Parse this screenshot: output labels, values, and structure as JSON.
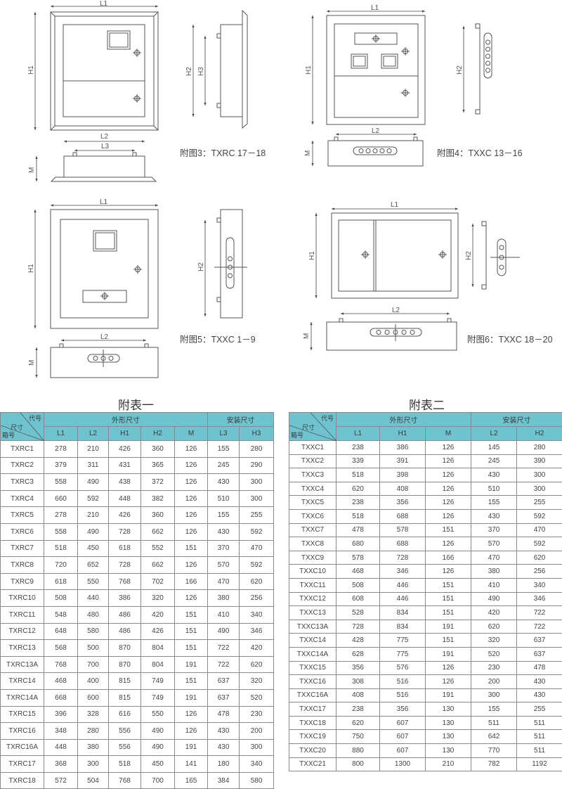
{
  "figures": {
    "fig3": {
      "caption": "附图3：TXRC 17－18",
      "dims": [
        "L1",
        "H1",
        "L2",
        "L3",
        "M",
        "H2",
        "H3"
      ]
    },
    "fig4": {
      "caption": "附图4：TXXC 13－16",
      "dims": [
        "L1",
        "H1",
        "H2",
        "L2",
        "M"
      ]
    },
    "fig5": {
      "caption": "附图5：TXXC 1－9",
      "dims": [
        "L1",
        "H1",
        "H2",
        "L2",
        "M"
      ]
    },
    "fig6": {
      "caption": "附图6：TXXC 18－20",
      "dims": [
        "L1",
        "H1",
        "H2",
        "L2",
        "M"
      ]
    }
  },
  "table1": {
    "title": "附表一",
    "corner": {
      "top": "代号",
      "mid": "尺寸",
      "bottom": "箱号"
    },
    "groups": [
      "外形尺寸",
      "安装尺寸"
    ],
    "columns": [
      "L1",
      "L2",
      "H1",
      "H2",
      "M",
      "L3",
      "H3"
    ],
    "rows": [
      [
        "TXRC1",
        "278",
        "210",
        "426",
        "360",
        "126",
        "155",
        "280"
      ],
      [
        "TXRC2",
        "379",
        "311",
        "431",
        "365",
        "126",
        "245",
        "290"
      ],
      [
        "TXRC3",
        "558",
        "490",
        "438",
        "372",
        "126",
        "430",
        "300"
      ],
      [
        "TXRC4",
        "660",
        "592",
        "448",
        "382",
        "126",
        "510",
        "300"
      ],
      [
        "TXRC5",
        "278",
        "210",
        "426",
        "360",
        "126",
        "155",
        "255"
      ],
      [
        "TXRC6",
        "558",
        "490",
        "728",
        "662",
        "126",
        "430",
        "592"
      ],
      [
        "TXRC7",
        "518",
        "450",
        "618",
        "552",
        "151",
        "370",
        "470"
      ],
      [
        "TXRC8",
        "720",
        "652",
        "728",
        "662",
        "126",
        "570",
        "592"
      ],
      [
        "TXRC9",
        "618",
        "550",
        "768",
        "702",
        "166",
        "470",
        "620"
      ],
      [
        "TXRC10",
        "508",
        "440",
        "386",
        "320",
        "126",
        "380",
        "256"
      ],
      [
        "TXRC11",
        "548",
        "480",
        "486",
        "420",
        "151",
        "410",
        "340"
      ],
      [
        "TXRC12",
        "648",
        "580",
        "486",
        "426",
        "151",
        "490",
        "346"
      ],
      [
        "TXRC13",
        "568",
        "500",
        "870",
        "804",
        "151",
        "722",
        "420"
      ],
      [
        "TXRC13A",
        "768",
        "700",
        "870",
        "804",
        "191",
        "722",
        "620"
      ],
      [
        "TXRC14",
        "468",
        "400",
        "815",
        "749",
        "151",
        "637",
        "320"
      ],
      [
        "TXRC14A",
        "668",
        "600",
        "815",
        "749",
        "191",
        "637",
        "520"
      ],
      [
        "TXRC15",
        "396",
        "328",
        "616",
        "550",
        "126",
        "478",
        "230"
      ],
      [
        "TXRC16",
        "348",
        "280",
        "556",
        "490",
        "126",
        "430",
        "200"
      ],
      [
        "TXRC16A",
        "448",
        "380",
        "556",
        "490",
        "191",
        "430",
        "300"
      ],
      [
        "TXRC17",
        "368",
        "300",
        "518",
        "450",
        "141",
        "180",
        "340"
      ],
      [
        "TXRC18",
        "572",
        "504",
        "768",
        "700",
        "165",
        "384",
        "580"
      ]
    ]
  },
  "table2": {
    "title": "附表二",
    "corner": {
      "top": "代号",
      "mid": "尺寸",
      "bottom": "箱号"
    },
    "groups": [
      "外形尺寸",
      "安装尺寸"
    ],
    "columns": [
      "L1",
      "H1",
      "M",
      "L2",
      "H2"
    ],
    "rows": [
      [
        "TXXC1",
        "238",
        "386",
        "126",
        "145",
        "280"
      ],
      [
        "TXXC2",
        "339",
        "391",
        "126",
        "245",
        "390"
      ],
      [
        "TXXC3",
        "518",
        "398",
        "126",
        "430",
        "300"
      ],
      [
        "TXXC4",
        "620",
        "408",
        "126",
        "510",
        "300"
      ],
      [
        "TXXC5",
        "238",
        "356",
        "126",
        "155",
        "255"
      ],
      [
        "TXXC6",
        "518",
        "688",
        "126",
        "430",
        "592"
      ],
      [
        "TXXC7",
        "478",
        "578",
        "151",
        "370",
        "470"
      ],
      [
        "TXXC8",
        "680",
        "688",
        "126",
        "570",
        "592"
      ],
      [
        "TXXC9",
        "578",
        "728",
        "166",
        "470",
        "620"
      ],
      [
        "TXXC10",
        "468",
        "346",
        "126",
        "380",
        "256"
      ],
      [
        "TXXC11",
        "508",
        "446",
        "151",
        "410",
        "340"
      ],
      [
        "TXXC12",
        "608",
        "446",
        "151",
        "490",
        "346"
      ],
      [
        "TXXC13",
        "528",
        "834",
        "151",
        "420",
        "722"
      ],
      [
        "TXXC13A",
        "728",
        "834",
        "191",
        "620",
        "722"
      ],
      [
        "TXXC14",
        "428",
        "775",
        "151",
        "320",
        "637"
      ],
      [
        "TXXC14A",
        "628",
        "775",
        "191",
        "520",
        "637"
      ],
      [
        "TXXC15",
        "356",
        "576",
        "126",
        "230",
        "478"
      ],
      [
        "TXXC16",
        "308",
        "516",
        "126",
        "200",
        "430"
      ],
      [
        "TXXC16A",
        "408",
        "516",
        "191",
        "300",
        "430"
      ],
      [
        "TXXC17",
        "238",
        "356",
        "130",
        "155",
        "255"
      ],
      [
        "TXXC18",
        "620",
        "607",
        "130",
        "511",
        "511"
      ],
      [
        "TXXC19",
        "750",
        "607",
        "130",
        "642",
        "511"
      ],
      [
        "TXXC20",
        "880",
        "607",
        "130",
        "770",
        "511"
      ],
      [
        "TXXC21",
        "800",
        "1300",
        "210",
        "782",
        "1192"
      ]
    ]
  }
}
